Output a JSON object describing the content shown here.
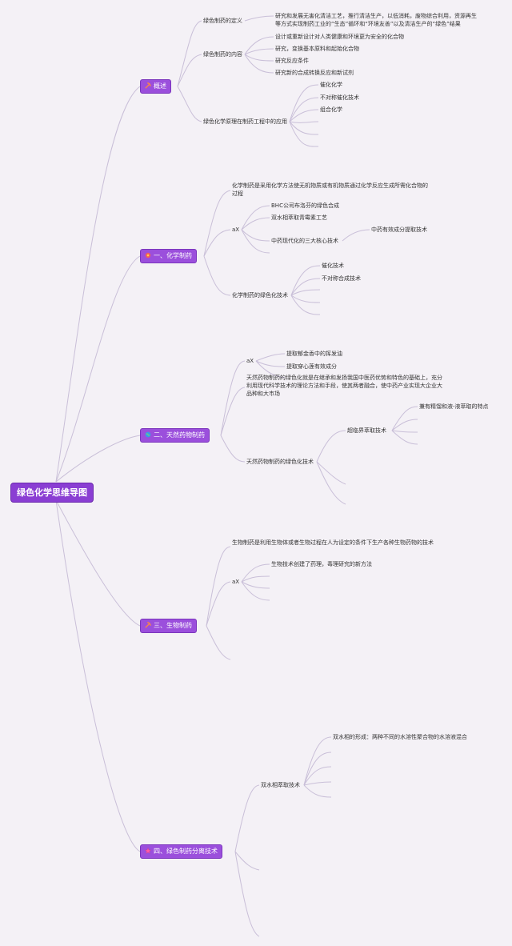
{
  "root": {
    "label": "绿色化学思维导图"
  },
  "branches": {
    "overview": {
      "label": "概述",
      "icon": "pickaxe-icon",
      "items": {
        "definition": {
          "label": "绿色制药的定义",
          "detail": "研究和发展无害化清洁工艺，推行清洁生产，以低消耗，废物综合利用，资源再生等方式实现制药工业的“生态”循环和“环境友善”以及清洁生产的“绿色”结果"
        },
        "content": {
          "label": "绿色制药的内容",
          "points": [
            "设计或重新设计对人类健康和环境更为安全的化合物",
            "研究，变换基本原料和起始化合物",
            "研究反应条件",
            "研究新的合成转换反应和新试剂"
          ]
        },
        "application": {
          "label": "绿色化学原理在制药工程中的应用",
          "points": [
            "催化化学",
            "不对称催化技术",
            "组合化学"
          ]
        }
      }
    },
    "chemical": {
      "label": "一、化学制药",
      "icon": "flower-icon",
      "definition": "化学制药是采用化学方法使无机物质或有机物质通过化学反应生成所需化合物的过程",
      "ax_label": "aX",
      "ax_items": [
        "BHC公司布洛芬的绿色合成",
        "双水相萃取青霉素工艺"
      ],
      "core_label": "中药现代化的三大核心技术",
      "core_child": "中药有效成分提取技术",
      "green_label": "化学制药的绿色化技术",
      "green_items": [
        "催化技术",
        "不对称合成技术"
      ]
    },
    "natural": {
      "label": "二、天然药物制药",
      "icon": "globe-icon",
      "ax_label": "aX",
      "ax_items": [
        "提取郁金香中的挥发油",
        "提取穿心莲有效成分"
      ],
      "description": "天然药物制药的绿色化就是在继承和发扬我国中医药优势和特色的基础上，充分利用现代科学技术的理论方法和手段，使其两者融合，使中药产业实现大企业大品种和大市场",
      "green_label": "天然药物制药的绿色化技术",
      "sfe_label": "超临界萃取技术",
      "sfe_child": "兼有精馏和液-液萃取的特点"
    },
    "bio": {
      "label": "三、生物制药",
      "icon": "pickaxe-icon",
      "definition": "生物制药是利用生物体或者生物过程在人为设定的条件下生产各种生物药物的技术",
      "ax_label": "aX",
      "ax_item": "生物技术创建了药理，毒理研究的新方法"
    },
    "separation": {
      "label": "四、绿色制药分离技术",
      "icon": "star-icon",
      "aqueous_label": "双水相萃取技术",
      "aqueous_child": "双水相的形成：两种不同的水溶性聚合物的水溶液混合"
    }
  }
}
